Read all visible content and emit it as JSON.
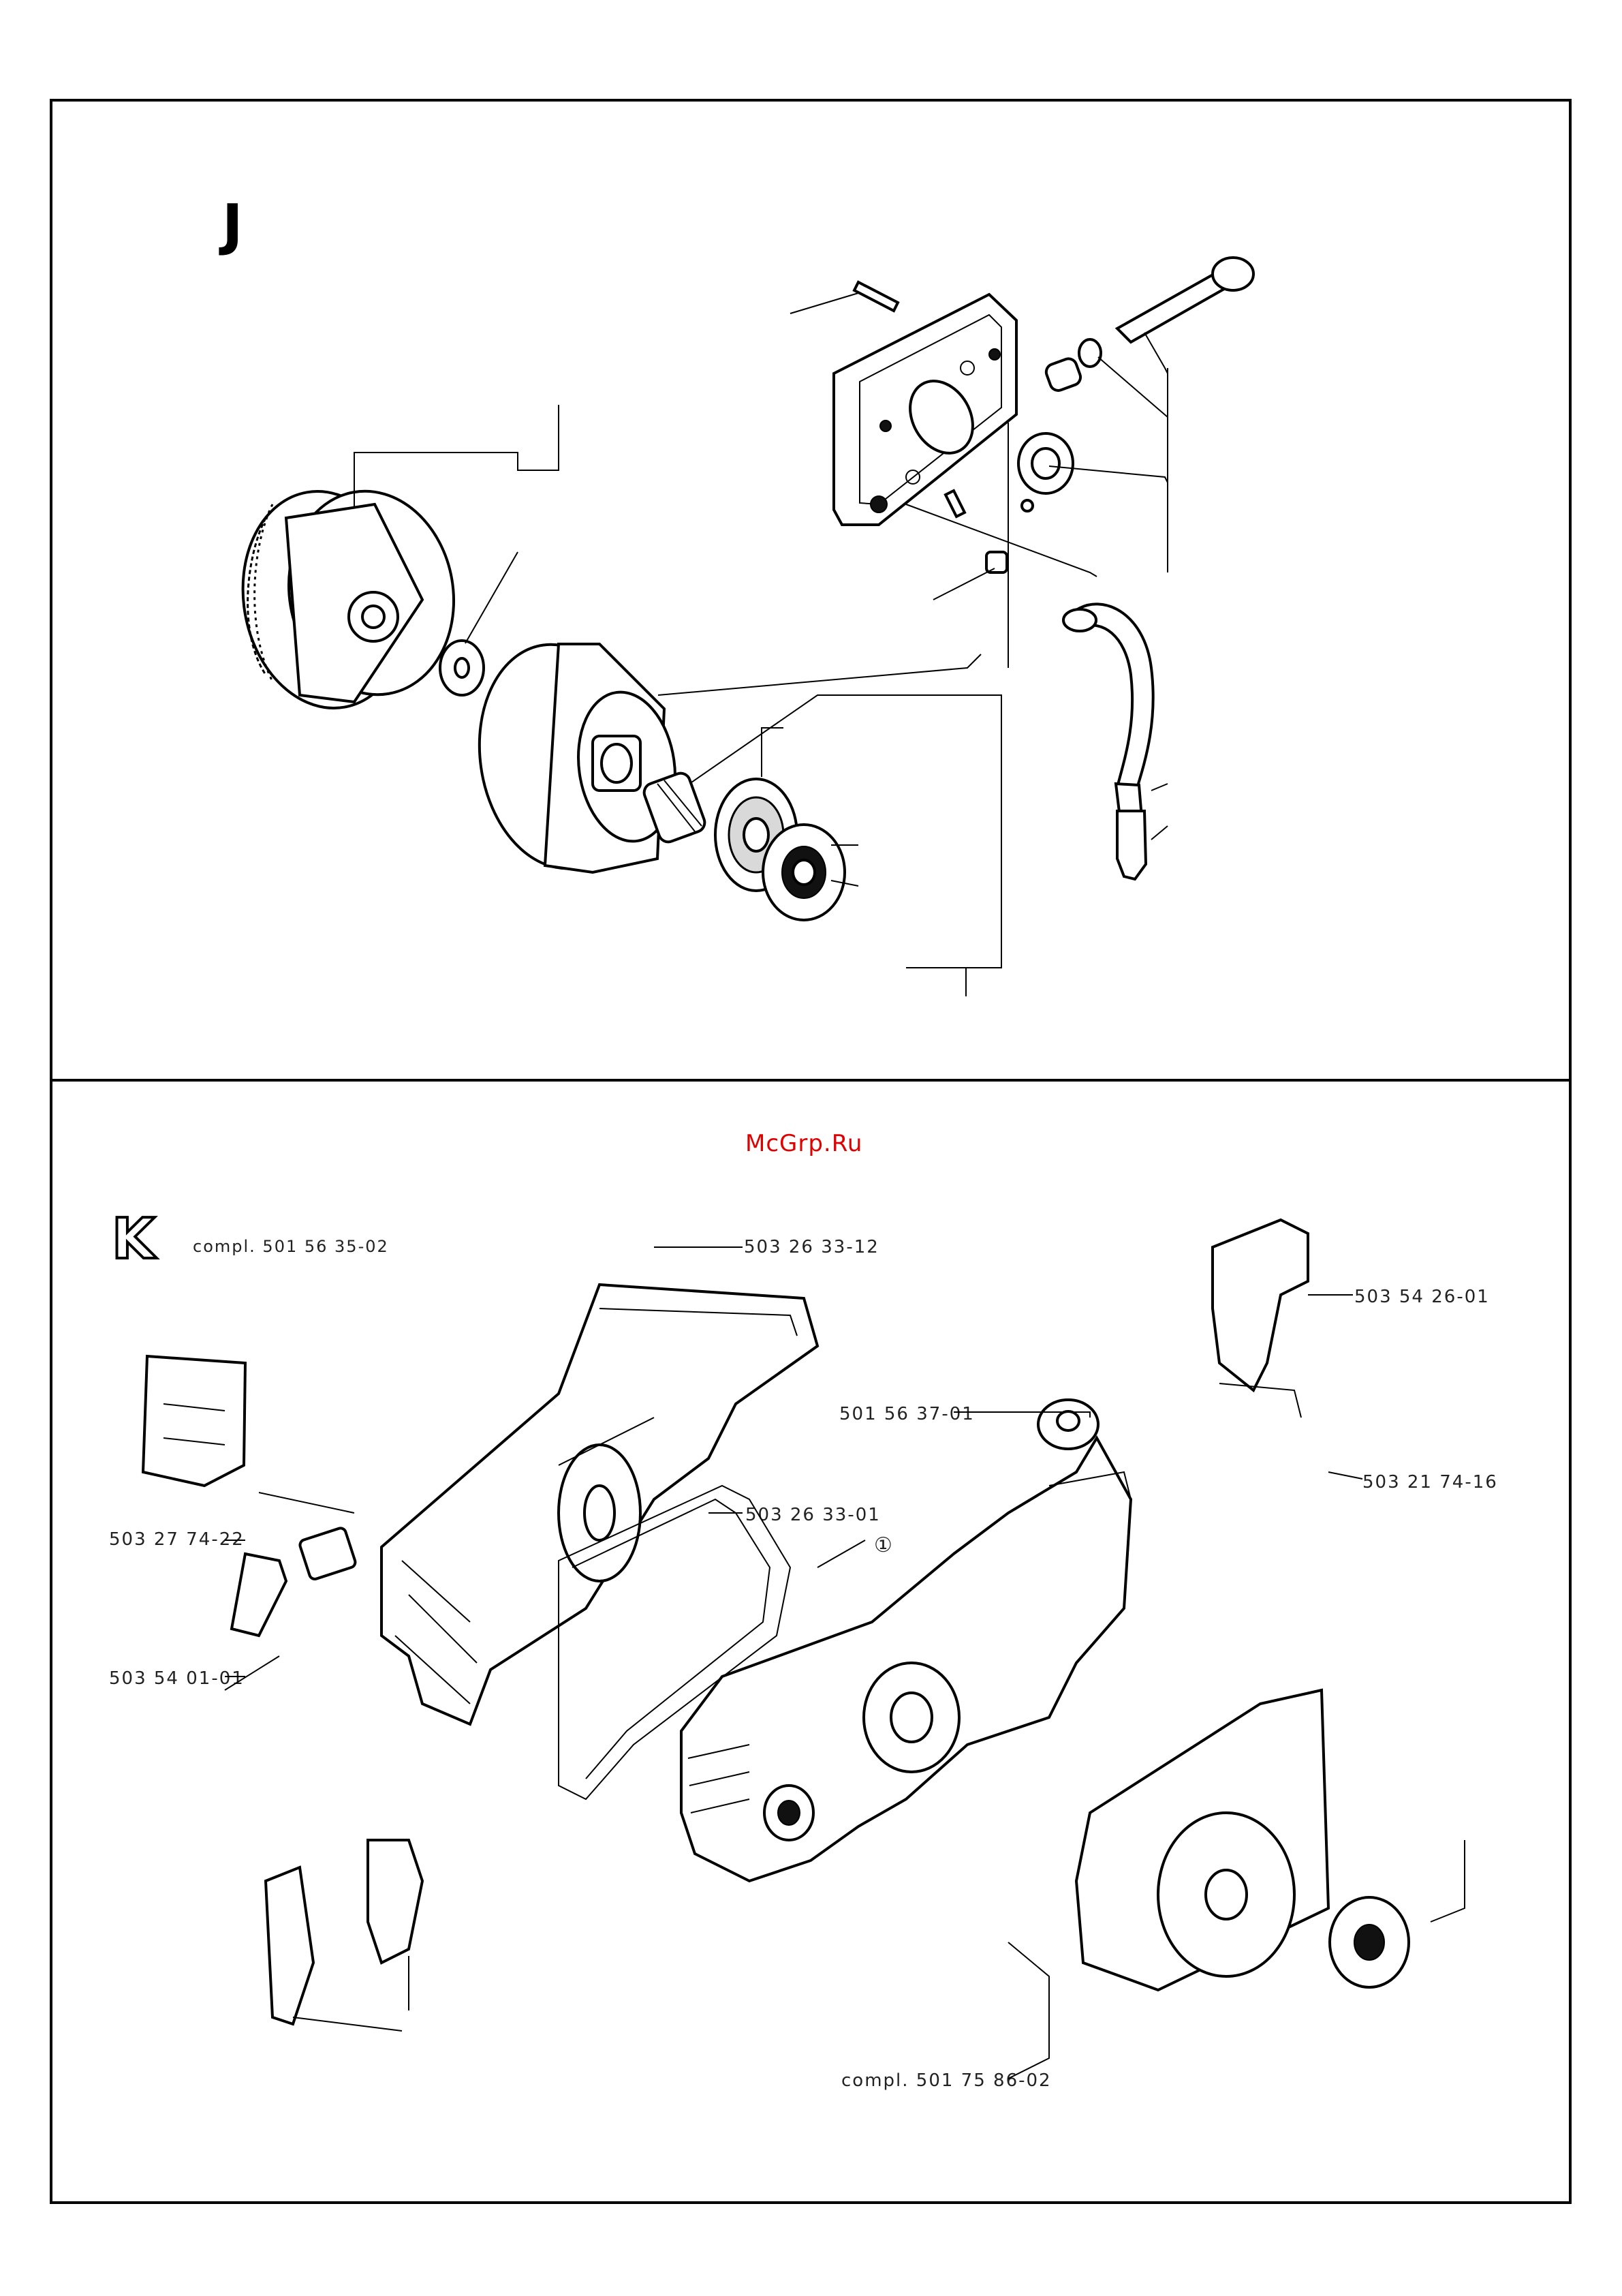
{
  "sections": {
    "j": {
      "letter": "J"
    },
    "k": {
      "letter": "K",
      "subtitle": "compl. 501 56 35-02"
    }
  },
  "watermark": {
    "text": "McGrp.Ru",
    "color": "#e00000"
  },
  "callouts": {
    "k_top_bolt": "503 26 33-12",
    "k_intake_elbow": "503 54 26-01",
    "k_buffer": "501 56 37-01",
    "k_cover_screw": "503 21 74-16",
    "k_gasket": "503 26 33-01",
    "k_left_part_a": "503 27 74-22",
    "k_left_part_b": "503 54 01-01",
    "k_oil_pump": "compl. 501 75 86-02",
    "k_circle_label": "①"
  },
  "colors": {
    "line": "#000000",
    "background": "#ffffff"
  }
}
